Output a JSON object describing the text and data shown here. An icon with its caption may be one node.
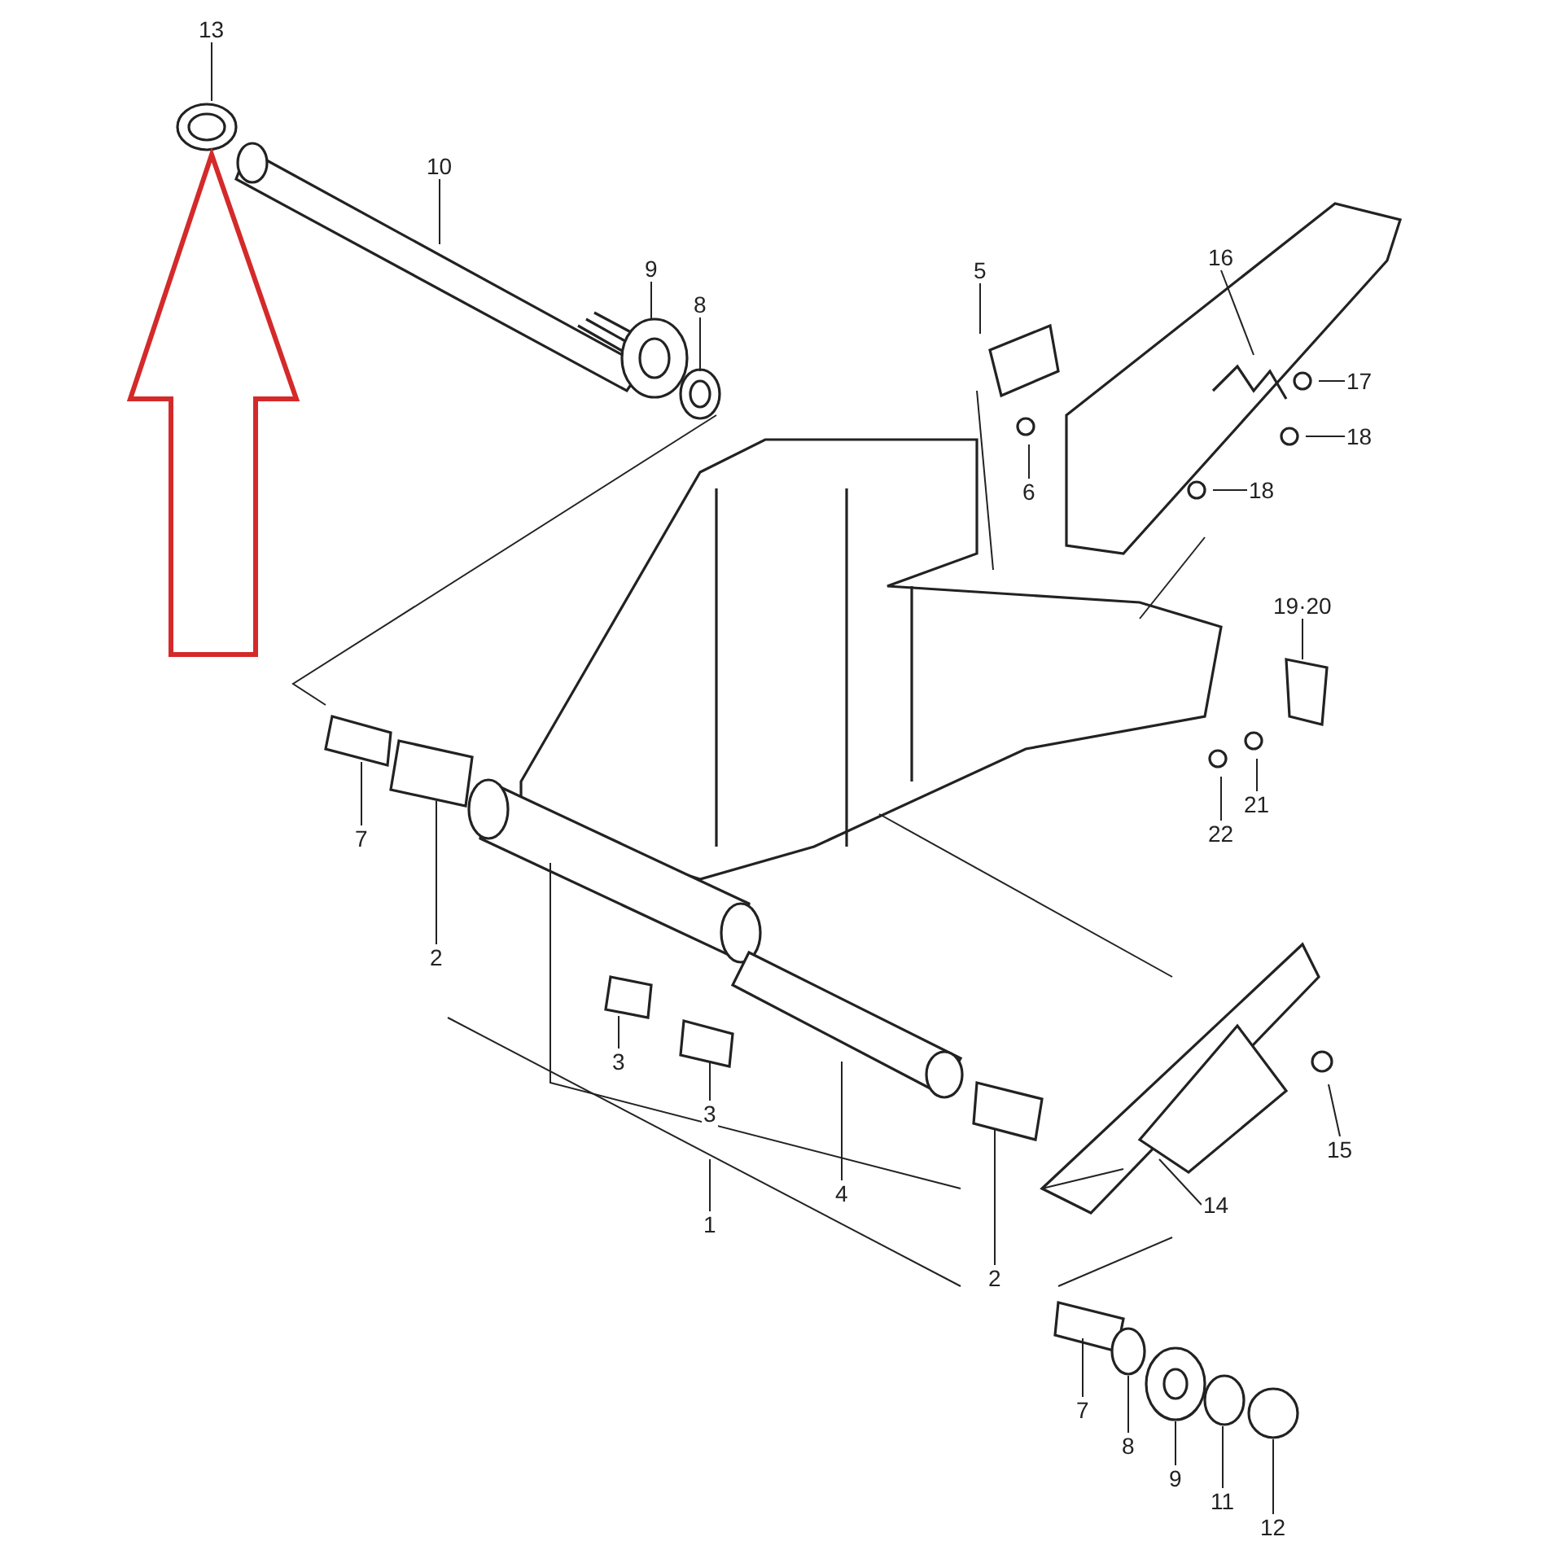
{
  "diagram": {
    "nodes": [
      {
        "text": [
          "13"
        ]
      },
      {
        "text": [
          "10"
        ]
      },
      {
        "text": [
          "9"
        ]
      },
      {
        "text": [
          "8"
        ]
      },
      {
        "text": [
          "5"
        ]
      },
      {
        "text": [
          "16"
        ]
      },
      {
        "text": [
          "17"
        ]
      },
      {
        "text": [
          "18"
        ]
      },
      {
        "text": [
          "6"
        ]
      },
      {
        "text": [
          "18"
        ]
      },
      {
        "text": [
          "19·20"
        ]
      },
      {
        "text": [
          "7"
        ]
      },
      {
        "text": [
          "2"
        ]
      },
      {
        "text": [
          "21"
        ]
      },
      {
        "text": [
          "22"
        ]
      },
      {
        "text": [
          "3"
        ]
      },
      {
        "text": [
          "3"
        ]
      },
      {
        "text": [
          "15"
        ]
      },
      {
        "text": [
          "4"
        ]
      },
      {
        "text": [
          "1"
        ]
      },
      {
        "text": [
          "14"
        ]
      },
      {
        "text": [
          "2"
        ]
      },
      {
        "text": [
          "7"
        ]
      },
      {
        "text": [
          "8"
        ]
      },
      {
        "text": [
          "9"
        ]
      },
      {
        "text": [
          "11"
        ]
      },
      {
        "text": [
          "12"
        ]
      }
    ],
    "edges": [
      {
        "from": 0,
        "to": null,
        "arrow": "none"
      },
      {
        "from": 1,
        "to": null,
        "arrow": "none"
      },
      {
        "from": 2,
        "to": null,
        "arrow": "none"
      },
      {
        "from": 3,
        "to": null,
        "arrow": "none"
      },
      {
        "from": 4,
        "to": null,
        "arrow": "none"
      },
      {
        "from": 5,
        "to": null,
        "arrow": "none"
      },
      {
        "from": 6,
        "to": null,
        "arrow": "none"
      },
      {
        "from": 7,
        "to": null,
        "arrow": "none"
      },
      {
        "from": 8,
        "to": null,
        "arrow": "none"
      },
      {
        "from": 9,
        "to": null,
        "arrow": "none"
      },
      {
        "from": 10,
        "to": null,
        "arrow": "none"
      },
      {
        "from": 11,
        "to": null,
        "arrow": "none"
      },
      {
        "from": 12,
        "to": null,
        "arrow": "none"
      },
      {
        "from": 13,
        "to": null,
        "arrow": "none"
      },
      {
        "from": 14,
        "to": null,
        "arrow": "none"
      },
      {
        "from": 15,
        "to": null,
        "arrow": "none"
      },
      {
        "from": 16,
        "to": null,
        "arrow": "none"
      },
      {
        "from": 17,
        "to": null,
        "arrow": "none"
      },
      {
        "from": 18,
        "to": null,
        "arrow": "none"
      },
      {
        "from": 19,
        "to": null,
        "arrow": "none"
      },
      {
        "from": 20,
        "to": null,
        "arrow": "none"
      },
      {
        "from": 21,
        "to": null,
        "arrow": "none"
      },
      {
        "from": 22,
        "to": null,
        "arrow": "none"
      },
      {
        "from": 23,
        "to": null,
        "arrow": "none"
      },
      {
        "from": 24,
        "to": null,
        "arrow": "none"
      },
      {
        "from": 25,
        "to": null,
        "arrow": "none"
      },
      {
        "from": 26,
        "to": null,
        "arrow": "none"
      }
    ]
  }
}
